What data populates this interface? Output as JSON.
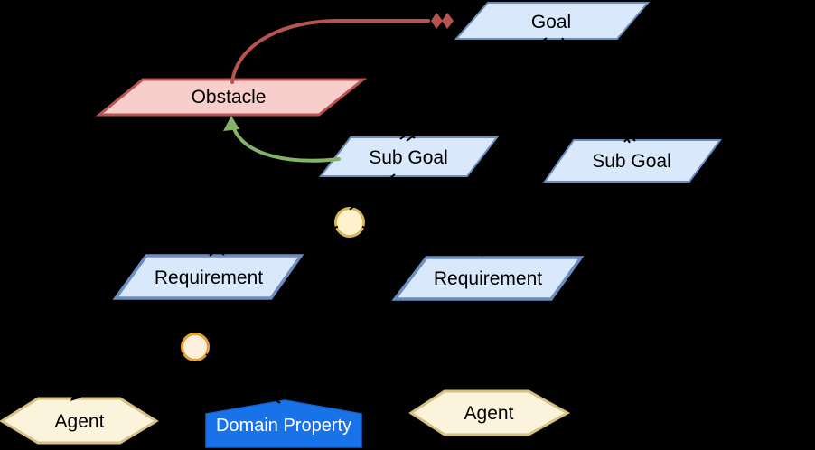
{
  "diagram": {
    "type": "kaos-goal-model",
    "background": "#000000",
    "nodes": {
      "goal": {
        "label": "Goal",
        "fill": "#DAE8FC",
        "stroke": "#6C8EBF"
      },
      "obstacle": {
        "label": "Obstacle",
        "fill": "#F8CECC",
        "stroke": "#B85450"
      },
      "sub_goal_left": {
        "label": "Sub Goal",
        "fill": "#DAE8FC",
        "stroke": "#6C8EBF"
      },
      "sub_goal_right": {
        "label": "Sub Goal",
        "fill": "#DAE8FC",
        "stroke": "#6C8EBF"
      },
      "requirement_left": {
        "label": "Requirement",
        "fill": "#DAE8FC",
        "stroke": "#6C8EBF"
      },
      "requirement_right": {
        "label": "Requirement",
        "fill": "#DAE8FC",
        "stroke": "#6C8EBF"
      },
      "agent_left": {
        "label": "Agent",
        "fill": "#FBF3DB",
        "stroke": "#D5C284"
      },
      "agent_right": {
        "label": "Agent",
        "fill": "#FBF3DB",
        "stroke": "#D5C284"
      },
      "domain_property": {
        "label": "Domain Property",
        "fill": "#1873E8",
        "stroke": "#1266D8",
        "text_color": "#FFFFFF"
      },
      "junction_upper": {
        "fill": "#FFF2CC",
        "stroke": "#D6B656"
      },
      "junction_lower": {
        "fill": "#FFEEDC",
        "stroke": "#E2A12F"
      }
    },
    "edges": {
      "obstruction_arrow": {
        "color": "#B85450"
      },
      "resolution_arrow": {
        "color": "#82B366"
      },
      "connector_color": "#000000"
    }
  }
}
